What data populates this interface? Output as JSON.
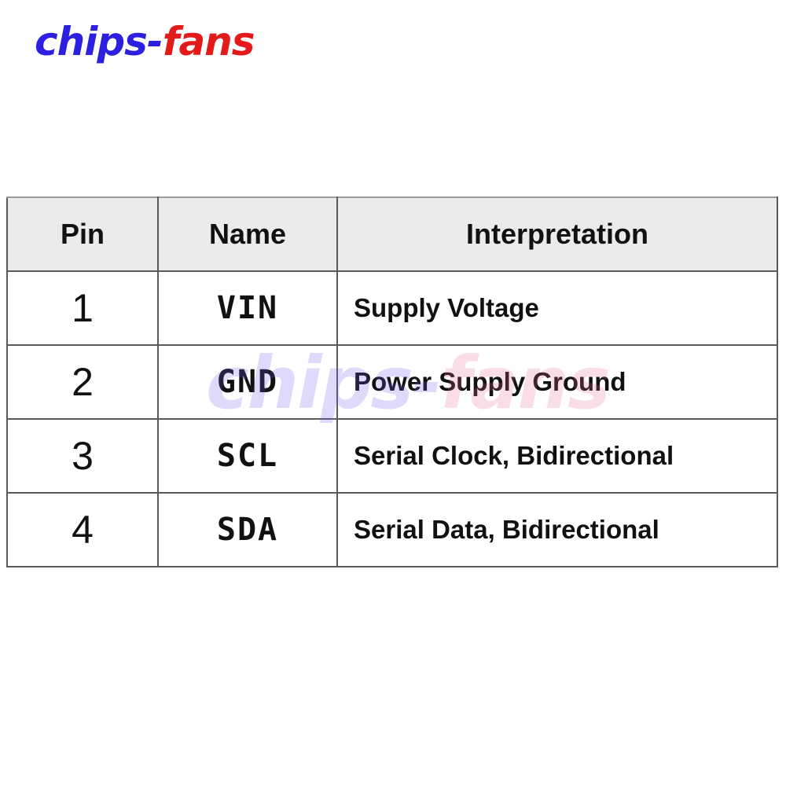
{
  "logo": {
    "part1": "chips-",
    "part2": "fans"
  },
  "watermark": {
    "part1": "chips-",
    "part2": "fans"
  },
  "table": {
    "headers": [
      "Pin",
      "Name",
      "Interpretation"
    ],
    "rows": [
      {
        "pin": "1",
        "name": "VIN",
        "interpretation": "Supply Voltage"
      },
      {
        "pin": "2",
        "name": "GND",
        "interpretation": "Power Supply Ground"
      },
      {
        "pin": "3",
        "name": "SCL",
        "interpretation": "Serial Clock, Bidirectional"
      },
      {
        "pin": "4",
        "name": "SDA",
        "interpretation": "Serial Data, Bidirectional"
      }
    ]
  },
  "colors": {
    "logo_blue": "#2b1fe0",
    "logo_red": "#e21a1a",
    "header_bg": "#ebebeb",
    "border": "#5a5a5a"
  }
}
